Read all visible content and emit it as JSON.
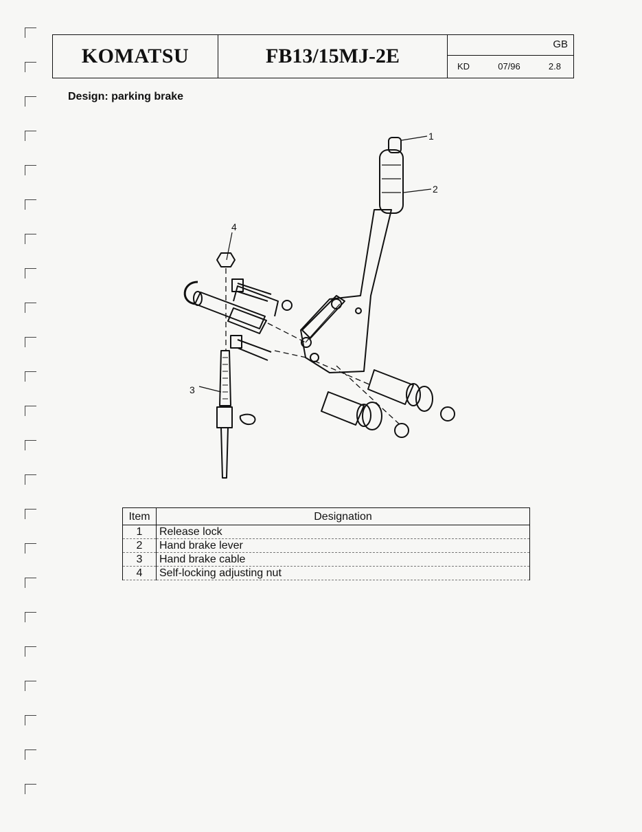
{
  "header": {
    "brand": "KOMATSU",
    "model": "FB13/15MJ-2E",
    "language": "GB",
    "author": "KD",
    "date": "07/96",
    "section": "2.8"
  },
  "heading": "Design: parking brake",
  "diagram": {
    "callouts": [
      "1",
      "2",
      "3",
      "4"
    ]
  },
  "table": {
    "headers": [
      "Item",
      "Designation"
    ],
    "rows": [
      {
        "item": "1",
        "designation": "Release lock"
      },
      {
        "item": "2",
        "designation": "Hand brake lever"
      },
      {
        "item": "3",
        "designation": "Hand brake cable"
      },
      {
        "item": "4",
        "designation": "Self-locking adjusting nut"
      }
    ]
  }
}
